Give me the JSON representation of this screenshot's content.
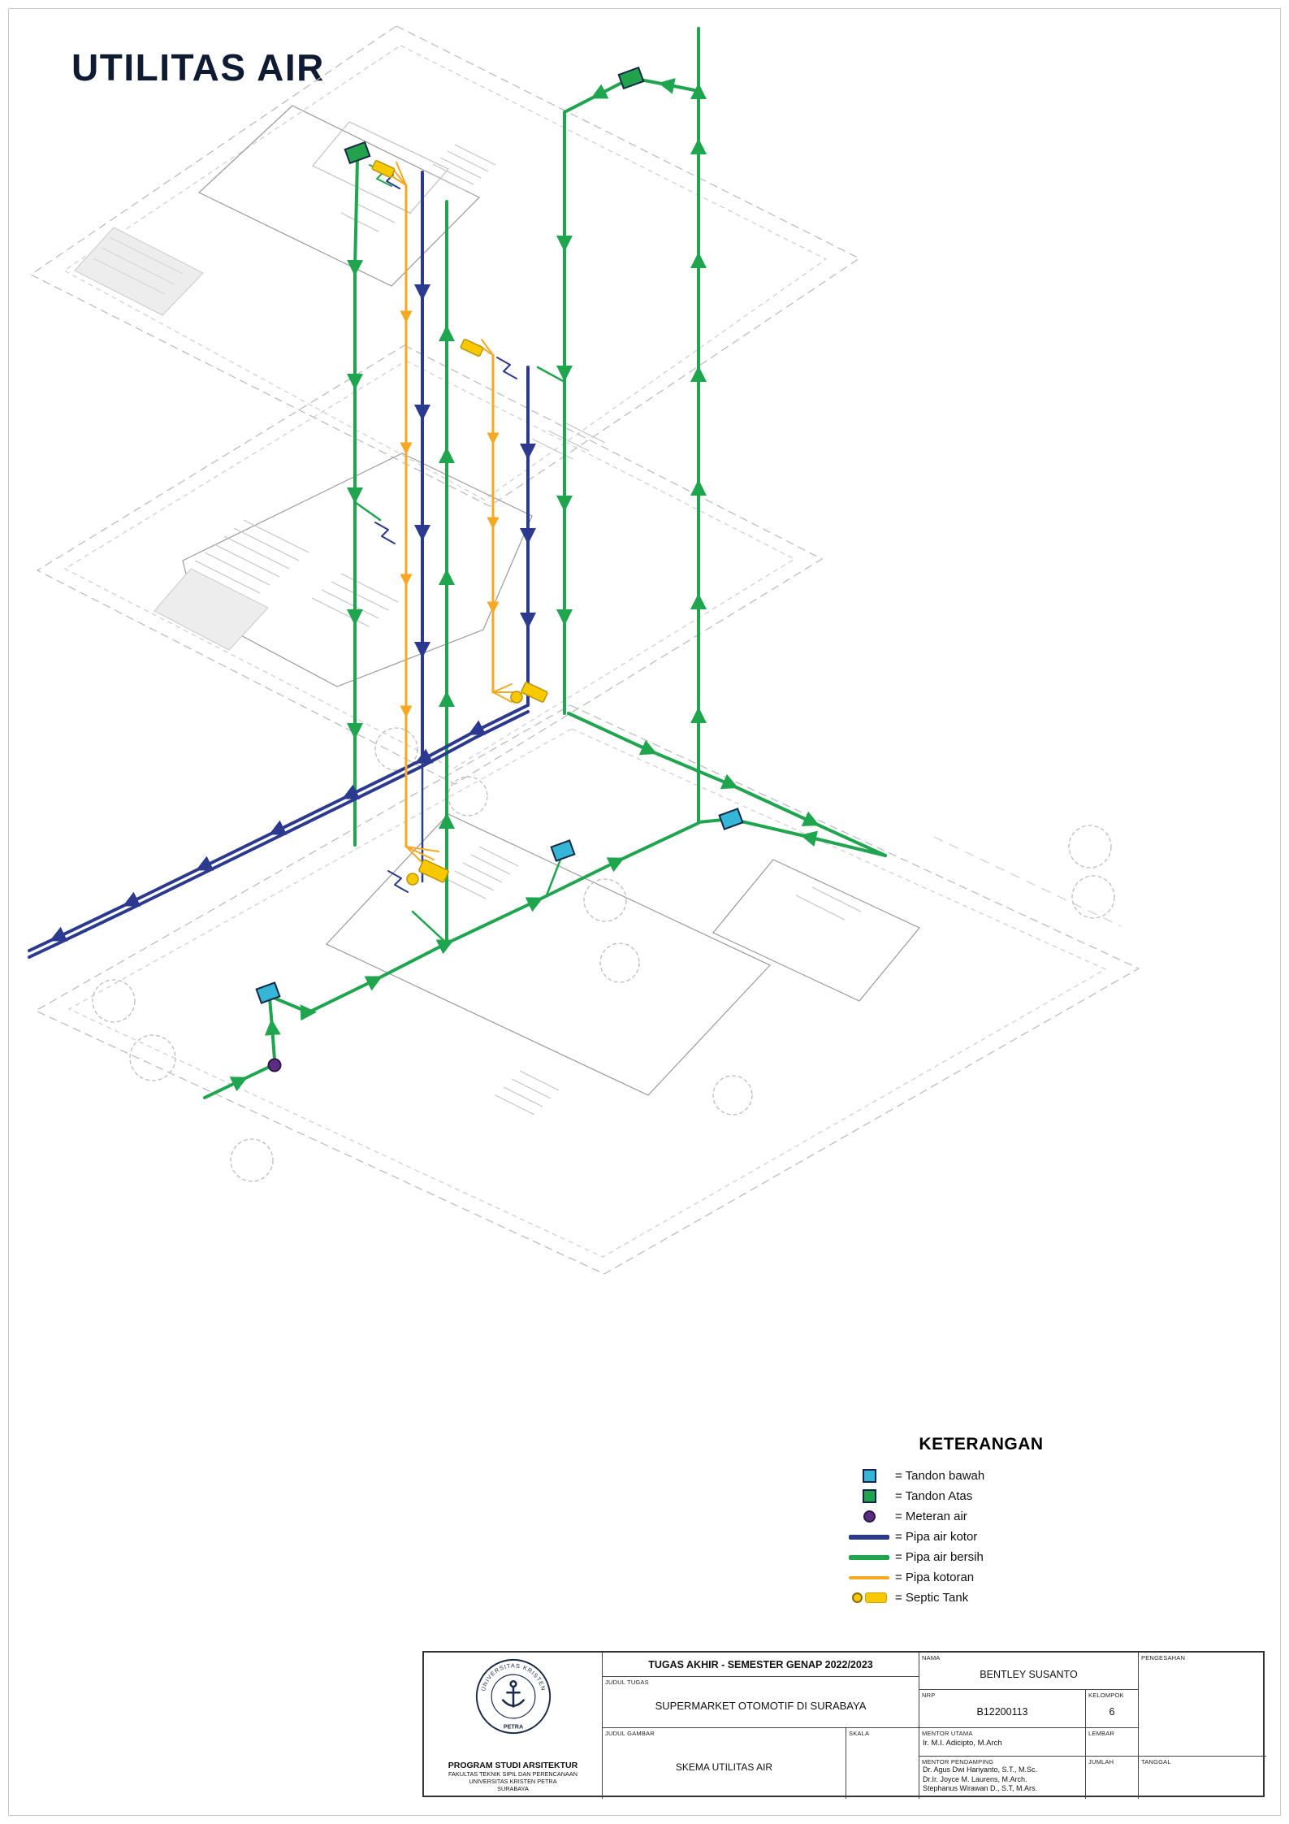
{
  "title": "UTILITAS AIR",
  "colors": {
    "clean_water": "#1ea54e",
    "dirty_water": "#2b3a8f",
    "sewage": "#f7a823",
    "tandon_bawah": "#35b6d6",
    "tandon_atas": "#21a24b",
    "meteran": "#5b2d82",
    "septic": "#f8c800",
    "plan_line": "#bdbdbd"
  },
  "legend": {
    "title": "KETERANGAN",
    "items": [
      {
        "symbol": "tandon-bawah",
        "label": "= Tandon bawah"
      },
      {
        "symbol": "tandon-atas",
        "label": "= Tandon Atas"
      },
      {
        "symbol": "meteran-air",
        "label": "= Meteran air"
      },
      {
        "symbol": "pipa-air-kotor",
        "label": "= Pipa air kotor"
      },
      {
        "symbol": "pipa-air-bersih",
        "label": "= Pipa air bersih"
      },
      {
        "symbol": "pipa-kotoran",
        "label": "= Pipa kotoran"
      },
      {
        "symbol": "septic-tank",
        "label": "= Septic Tank"
      }
    ]
  },
  "titleblock": {
    "header": "TUGAS AKHIR - SEMESTER GENAP 2022/2023",
    "judul_tugas_label": "JUDUL TUGAS",
    "judul_tugas": "SUPERMARKET OTOMOTIF DI SURABAYA",
    "judul_gambar_label": "JUDUL GAMBAR",
    "judul_gambar": "SKEMA UTILITAS AIR",
    "skala_label": "SKALA",
    "nama_label": "NAMA",
    "nama": "BENTLEY SUSANTO",
    "nrp_label": "NRP",
    "nrp": "B12200113",
    "kelompok_label": "KELOMPOK",
    "kelompok": "6",
    "pengesahan_label": "PENGESAHAN",
    "mentor_utama_label": "MENTOR UTAMA",
    "mentor_utama": "Ir. M.I. Adicipto, M.Arch",
    "mentor_pendamping_label": "MENTOR PENDAMPING",
    "mentor_pendamping": [
      "Dr. Agus Dwi Hariyanto, S.T., M.Sc.",
      "Dr.Ir. Joyce M. Laurens, M.Arch.",
      "Stephanus Wirawan D., S.T, M.Ars."
    ],
    "lembar_label": "LEMBAR",
    "jumlah_label": "JUMLAH",
    "tanggal_label": "TANGGAL",
    "institution": {
      "logo_text_top": "UNIVERSITAS KRISTEN",
      "logo_text_bottom": "PETRA",
      "line1": "PROGRAM STUDI ARSITEKTUR",
      "line2": "FAKULTAS TEKNIK SIPIL DAN PERENCANAAN",
      "line3": "UNIVERSITAS KRISTEN PETRA",
      "line4": "SURABAYA"
    }
  }
}
